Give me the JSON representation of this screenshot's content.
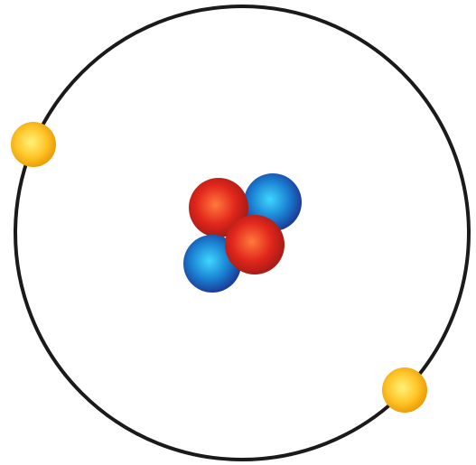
{
  "diagram": {
    "subject": "atom model",
    "nucleus": {
      "protons": 2,
      "neutrons": 2
    },
    "electron_count": 2,
    "colors": {
      "orbit": "#1a1a1a",
      "proton_highlight": "#ff7a3d",
      "proton_base": "#e1261c",
      "proton_edge": "#9b1a14",
      "neutron_highlight": "#3fd7ff",
      "neutron_base": "#1a7fd1",
      "neutron_edge": "#1b2f8c",
      "electron_highlight": "#fff27a",
      "electron_base": "#ffc62a",
      "electron_edge": "#e89500"
    }
  }
}
